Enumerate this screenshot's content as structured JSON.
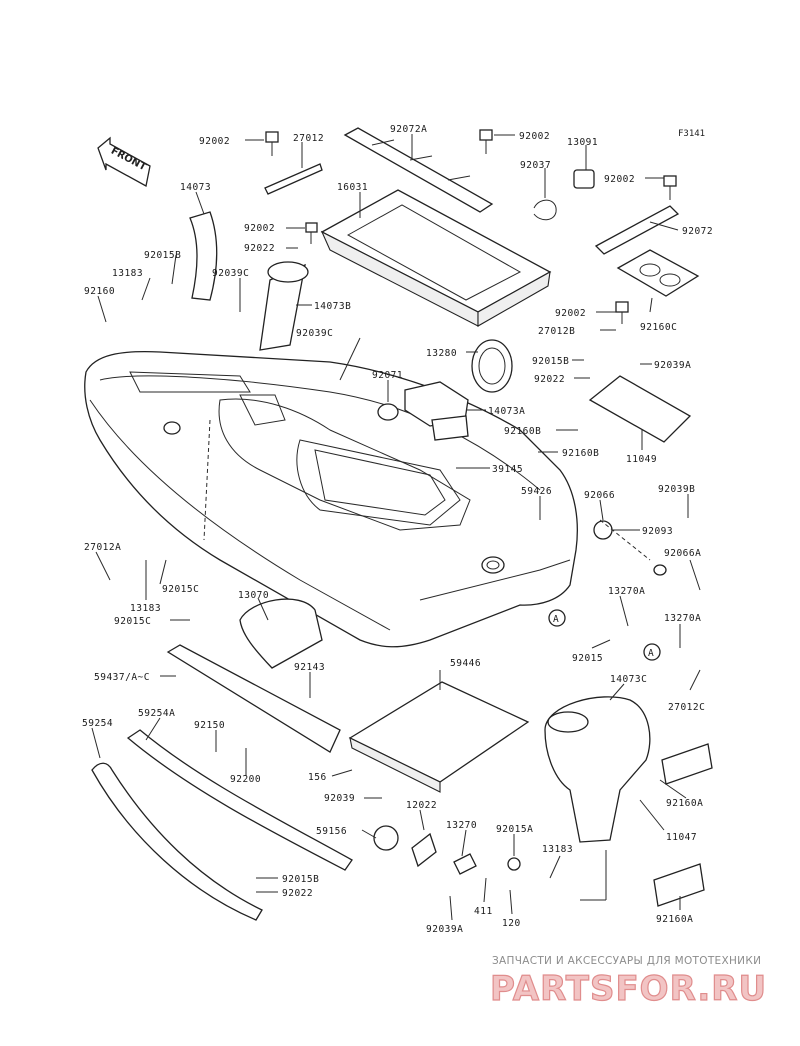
{
  "figure_id": "F3141",
  "front_arrow_label": "FRONT",
  "callout_letter": "A",
  "watermark": {
    "tagline": "ЗАПЧАСТИ И АКСЕССУАРЫ ДЛЯ МОТОТЕХНИКИ",
    "logo_text": "PARTSFOR.RU"
  },
  "labels": {
    "p01": "92002",
    "p02": "27012",
    "p03": "92072A",
    "p04": "92002",
    "p05": "13091",
    "p06": "14073",
    "p07": "16031",
    "p08": "92037",
    "p09": "92002",
    "p10": "92072",
    "p11": "92002",
    "p12": "92022",
    "p13": "92015B",
    "p14": "92039C",
    "p15": "13183",
    "p16": "92160",
    "p17": "14073B",
    "p18": "92160C",
    "p19": "92002",
    "p20": "27012B",
    "p21": "92039C",
    "p22": "13280",
    "p23": "92015B",
    "p24": "92039A",
    "p25": "92071",
    "p26": "92022",
    "p27": "14073A",
    "p28": "92160B",
    "p29": "92160B",
    "p30": "11049",
    "p31": "39145",
    "p32": "59426",
    "p33": "92066",
    "p34": "92039B",
    "p35": "92093",
    "p36": "27012A",
    "p37": "92066A",
    "p38": "92015C",
    "p39": "13183",
    "p40": "13270A",
    "p41": "13070",
    "p42": "92015C",
    "p43": "13270A",
    "p44": "92015",
    "p45": "59437/A~C",
    "p46": "92143",
    "p47": "59446",
    "p48": "14073C",
    "p49": "27012C",
    "p50": "59254",
    "p51": "59254A",
    "p52": "92150",
    "p53": "92200",
    "p54": "156",
    "p55": "92160A",
    "p56": "92039",
    "p57": "12022",
    "p58": "11047",
    "p59": "59156",
    "p60": "13270",
    "p61": "92015A",
    "p62": "13183",
    "p63": "92015B",
    "p64": "92022",
    "p65": "411",
    "p66": "120",
    "p67": "92039A",
    "p68": "92160A"
  },
  "colors": {
    "line": "#222222",
    "watermark_fill": "#f2c4c4",
    "watermark_stroke": "#e08d8d",
    "watermark_tagline": "#8c8c8c"
  }
}
